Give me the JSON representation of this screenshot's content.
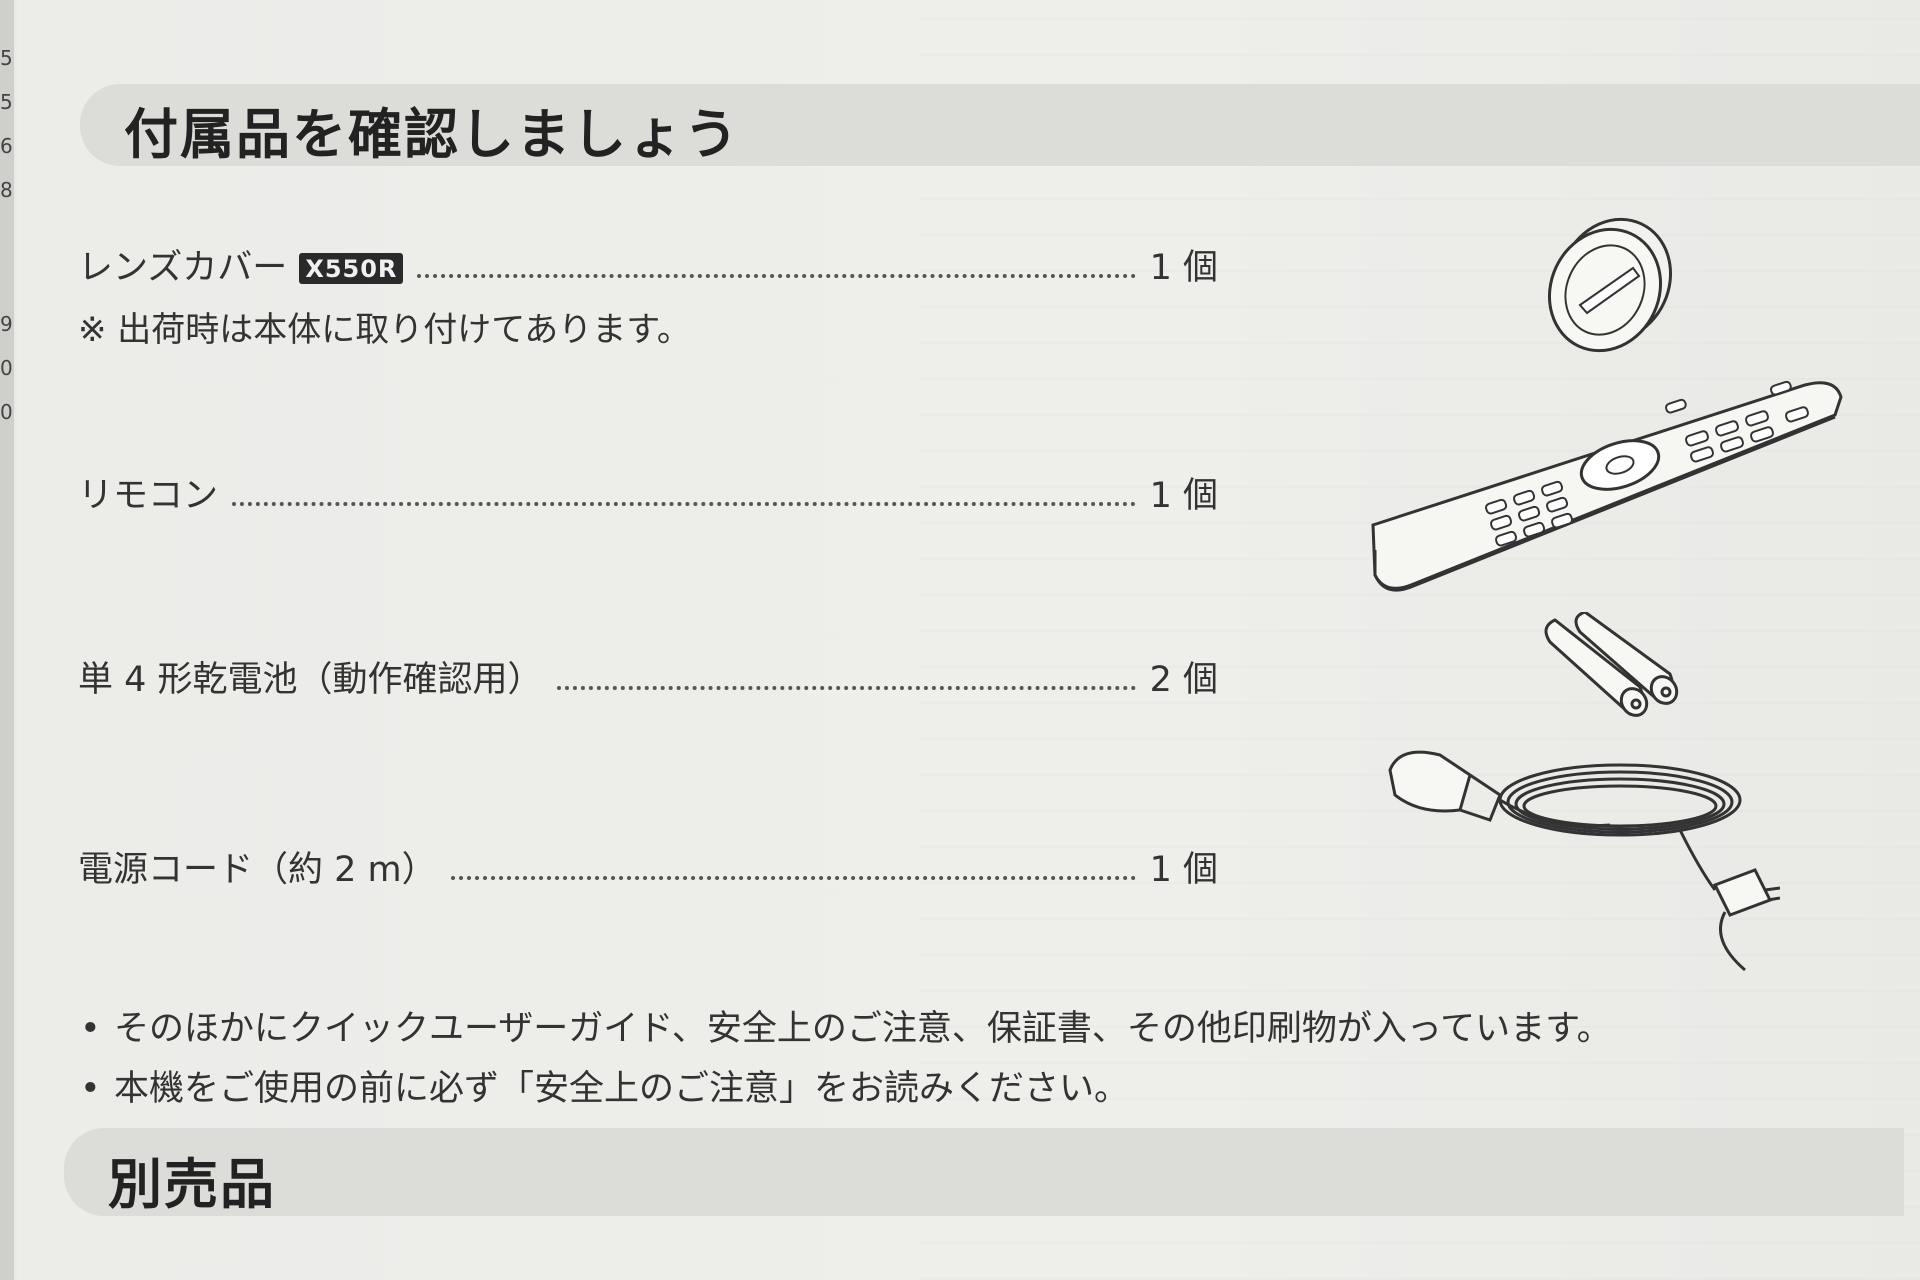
{
  "sections": {
    "included": {
      "title": "付属品を確認しましょう"
    },
    "optional": {
      "title": "別売品"
    }
  },
  "margin_numbers": [
    "5",
    "5",
    "6",
    "8",
    "9",
    "0",
    "0"
  ],
  "items": [
    {
      "name": "レンズカバー",
      "badge": "X550R",
      "qty": "1 個",
      "note": "※ 出荷時は本体に取り付けてあります。",
      "icon": "lens-cover"
    },
    {
      "name": "リモコン",
      "qty": "1 個",
      "icon": "remote-control"
    },
    {
      "name": "単 4 形乾電池（動作確認用）",
      "qty": "2 個",
      "icon": "batteries"
    },
    {
      "name": "電源コード（約 2 m）",
      "qty": "1 個",
      "icon": "power-cord"
    }
  ],
  "bullets": [
    "そのほかにクイックユーザーガイド、安全上のご注意、保証書、その他印刷物が入っています。",
    "本機をご使用の前に必ず「安全上のご注意」をお読みください。"
  ],
  "bullet_symbol": "•",
  "colors": {
    "paper": "#eeeeeb",
    "heading_band": "#dcdcd9",
    "ink": "#2a2a2a"
  }
}
